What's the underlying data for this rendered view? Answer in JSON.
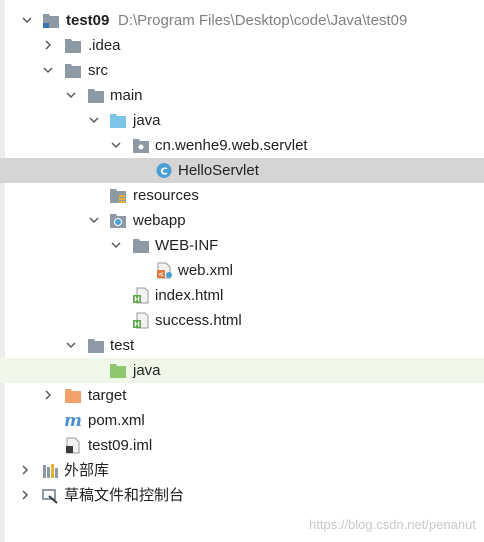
{
  "project": {
    "name": "test09",
    "path": "D:\\Program Files\\Desktop\\code\\Java\\test09"
  },
  "nodes": {
    "idea": ".idea",
    "src": "src",
    "main": "main",
    "java": "java",
    "package": "cn.wenhe9.web.servlet",
    "hello_servlet": "HelloServlet",
    "resources": "resources",
    "webapp": "webapp",
    "web_inf": "WEB-INF",
    "web_xml": "web.xml",
    "index_html": "index.html",
    "success_html": "success.html",
    "test": "test",
    "test_java": "java",
    "target": "target",
    "pom_xml": "pom.xml",
    "iml": "test09.iml",
    "external_libs": "外部库",
    "scratches": "草稿文件和控制台"
  },
  "watermark": "https://blog.csdn.net/penanut",
  "colors": {
    "selected_row": "#d5d5d5",
    "test_source_row": "#eef7e8",
    "folder_gray": "#8d9aa5",
    "source_folder_blue": "#7cc4e8",
    "test_folder_green": "#8fc76d",
    "excluded_folder_orange": "#f0a26a",
    "class_icon": "#4a9fd6",
    "maven_icon": "#4a8fd0"
  }
}
